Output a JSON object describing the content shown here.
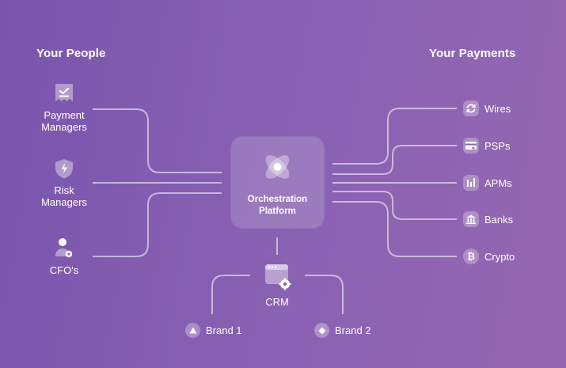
{
  "headings": {
    "left": "Your People",
    "right": "Your Payments"
  },
  "people": [
    {
      "label": "Payment\nManagers",
      "icon": "receipt-check-icon"
    },
    {
      "label": "Risk\nManagers",
      "icon": "shield-bolt-icon"
    },
    {
      "label": "CFO's",
      "icon": "user-gear-icon"
    }
  ],
  "payments": [
    {
      "label": "Wires",
      "icon": "refresh-icon"
    },
    {
      "label": "PSPs",
      "icon": "card-icon"
    },
    {
      "label": "APMs",
      "icon": "bars-icon"
    },
    {
      "label": "Banks",
      "icon": "bank-icon"
    },
    {
      "label": "Crypto",
      "icon": "bitcoin-icon"
    }
  ],
  "center": {
    "label": "Orchestration\nPlatform",
    "icon": "atom-icon"
  },
  "crm": {
    "label": "CRM",
    "icon": "browser-gear-icon"
  },
  "brands": [
    {
      "label": "Brand 1",
      "icon": "triangle-icon"
    },
    {
      "label": "Brand 2",
      "icon": "diamond-icon"
    }
  ]
}
